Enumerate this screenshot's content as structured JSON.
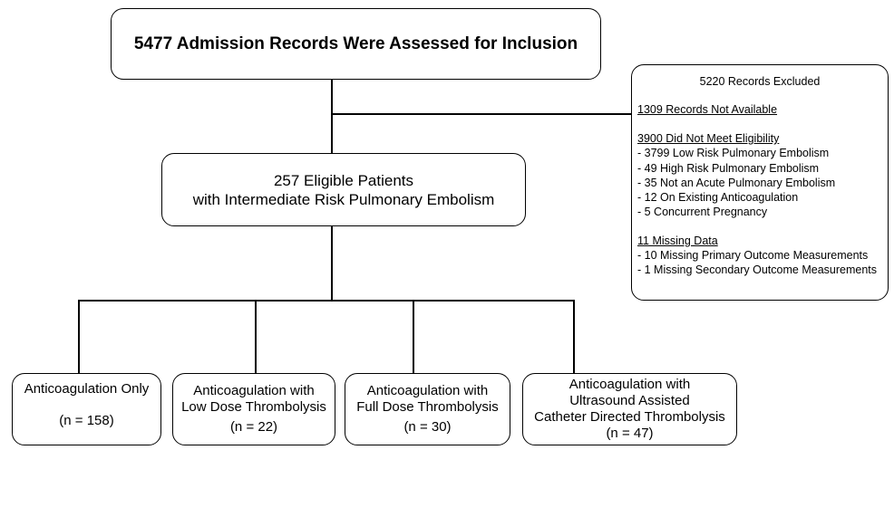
{
  "top": {
    "label": "5477 Admission Records Were Assessed for Inclusion"
  },
  "eligible": {
    "line1": "257 Eligible Patients",
    "line2": "with Intermediate Risk Pulmonary Embolism"
  },
  "excluded": {
    "title": "5220 Records Excluded",
    "not_available": "1309 Records Not Available",
    "eligibility_header": "3900 Did Not Meet Eligibility",
    "eligibility_items": [
      "- 3799 Low Risk Pulmonary Embolism",
      "- 49 High Risk Pulmonary Embolism",
      "- 35 Not an Acute Pulmonary Embolism",
      "- 12 On Existing Anticoagulation",
      "- 5 Concurrent Pregnancy"
    ],
    "missing_header": "11 Missing Data",
    "missing_items": [
      "- 10 Missing Primary Outcome Measurements",
      "- 1 Missing Secondary Outcome Measurements"
    ]
  },
  "arms": [
    {
      "line1": "Anticoagulation Only",
      "n": "(n = 158)"
    },
    {
      "line1": "Anticoagulation with",
      "line2": "Low Dose Thrombolysis",
      "n": "(n = 22)"
    },
    {
      "line1": "Anticoagulation with",
      "line2": "Full Dose Thrombolysis",
      "n": "(n = 30)"
    },
    {
      "line1": "Anticoagulation with",
      "line2": "Ultrasound Assisted",
      "line3": "Catheter Directed Thrombolysis",
      "n": "(n = 47)"
    }
  ]
}
